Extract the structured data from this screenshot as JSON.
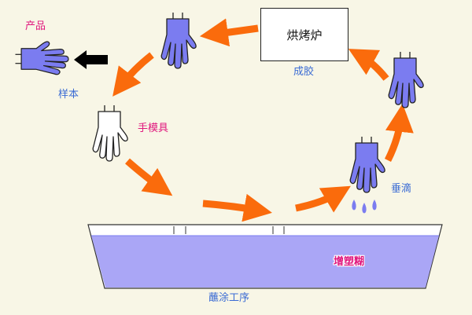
{
  "labels": {
    "product": "产品",
    "sample": "样本",
    "hand_mold": "手模具",
    "oven": "烘烤炉",
    "gelation": "成胶",
    "dripping": "垂滴",
    "pvc_paste": "增塑糊",
    "dipping_process": "蘸涂工序"
  },
  "colors": {
    "arrow": "#fa6b0c",
    "glove": "#7b7cf0",
    "tank_liquid": "#aaa6f6",
    "label_blue": "#3a6bd4",
    "label_pink": "#e0177d",
    "background": "#f8f6e6"
  },
  "icons": [
    "glove-icon",
    "hand-mold-icon",
    "arrow-left-icon",
    "drip-icon"
  ]
}
